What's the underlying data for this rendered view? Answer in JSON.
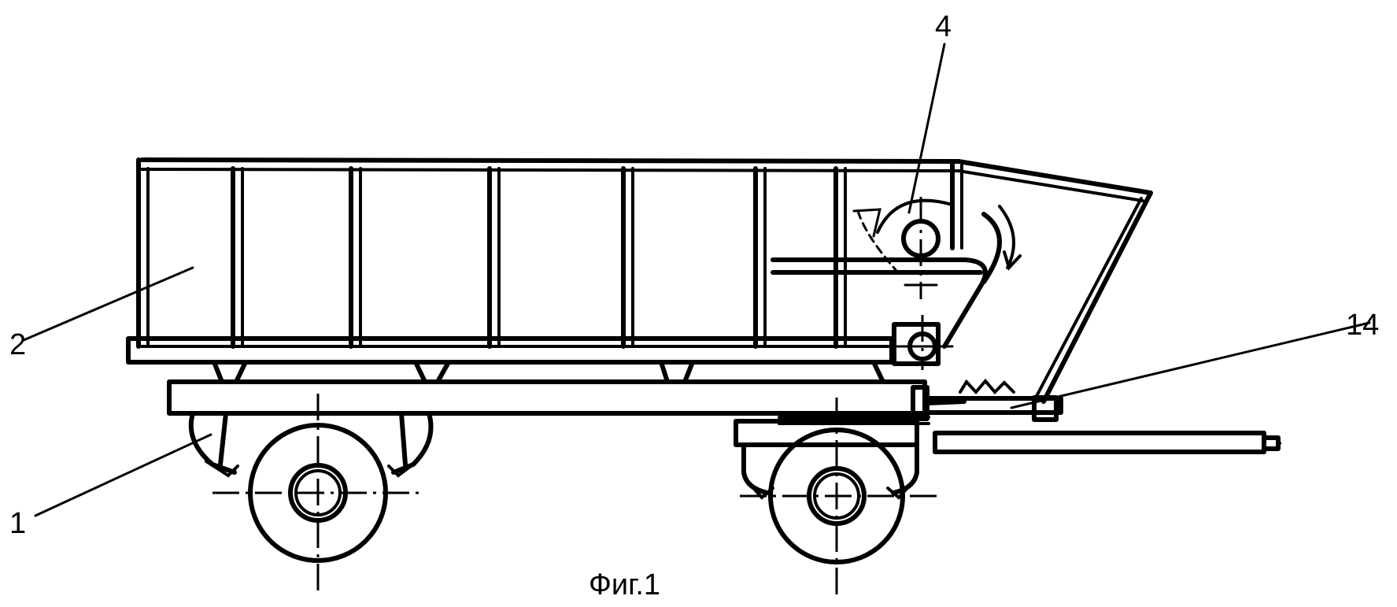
{
  "figure": {
    "caption": "Фиг.1",
    "labels": [
      {
        "id": "label-1",
        "text": "1"
      },
      {
        "id": "label-2",
        "text": "2"
      },
      {
        "id": "label-4",
        "text": "4"
      },
      {
        "id": "label-14",
        "text": "14"
      }
    ]
  },
  "colors": {
    "ink": "#000000",
    "paper": "#ffffff"
  }
}
